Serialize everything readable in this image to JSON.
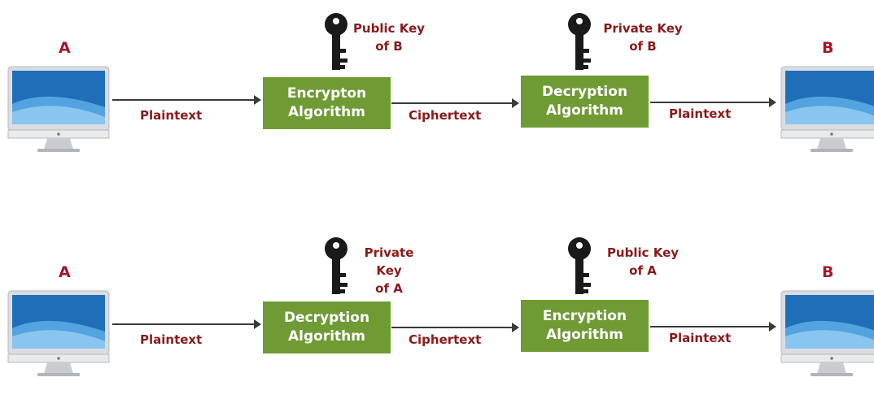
{
  "rows": [
    {
      "sender_label": "A",
      "receiver_label": "B",
      "box1": {
        "line1": "Encrypton",
        "line2": "Algorithm"
      },
      "box2": {
        "line1": "Decryption",
        "line2": "Algorithm"
      },
      "key1": {
        "line1": "Public Key",
        "line2": "of B"
      },
      "key2": {
        "line1": "Private Key",
        "line2": "of B"
      },
      "flow_labels": [
        "Plaintext",
        "Ciphertext",
        "Plaintext"
      ]
    },
    {
      "sender_label": "A",
      "receiver_label": "B",
      "box1": {
        "line1": "Decryption",
        "line2": "Algorithm"
      },
      "box2": {
        "line1": "Encryption",
        "line2": "Algorithm"
      },
      "key1": {
        "line1": "Private Key",
        "line2": "of A"
      },
      "key2": {
        "line1": "Public Key",
        "line2": "of A"
      },
      "flow_labels": [
        "Plaintext",
        "Ciphertext",
        "Plaintext"
      ]
    }
  ],
  "colors": {
    "algorithm_box": "#6f9b34",
    "party_label": "#a3182a",
    "text_label": "#8b1a1a",
    "key": "#1a1a1a"
  },
  "icons": {
    "computer": "computer-icon",
    "key": "key-icon"
  }
}
